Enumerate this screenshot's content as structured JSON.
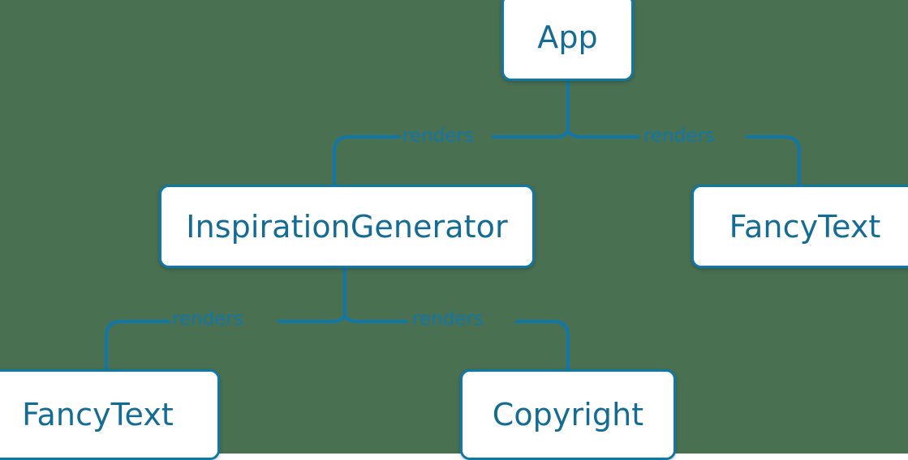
{
  "diagram": {
    "type": "component-tree",
    "background_color": "#4a7052",
    "node_fill": "#ffffff",
    "node_border_color": "#1176a8",
    "node_text_color": "#146b94",
    "edge_color": "#1177a8",
    "edge_label_color": "#1177a8",
    "nodes": [
      {
        "id": "app",
        "label": "App"
      },
      {
        "id": "inspiration",
        "label": "InspirationGenerator"
      },
      {
        "id": "fancytext_right",
        "label": "FancyText"
      },
      {
        "id": "fancytext_left",
        "label": "FancyText"
      },
      {
        "id": "copyright",
        "label": "Copyright"
      }
    ],
    "edges": [
      {
        "from": "app",
        "to": "inspiration",
        "label": "renders"
      },
      {
        "from": "app",
        "to": "fancytext_right",
        "label": "renders"
      },
      {
        "from": "inspiration",
        "to": "fancytext_left",
        "label": "renders"
      },
      {
        "from": "inspiration",
        "to": "copyright",
        "label": "renders"
      }
    ]
  }
}
